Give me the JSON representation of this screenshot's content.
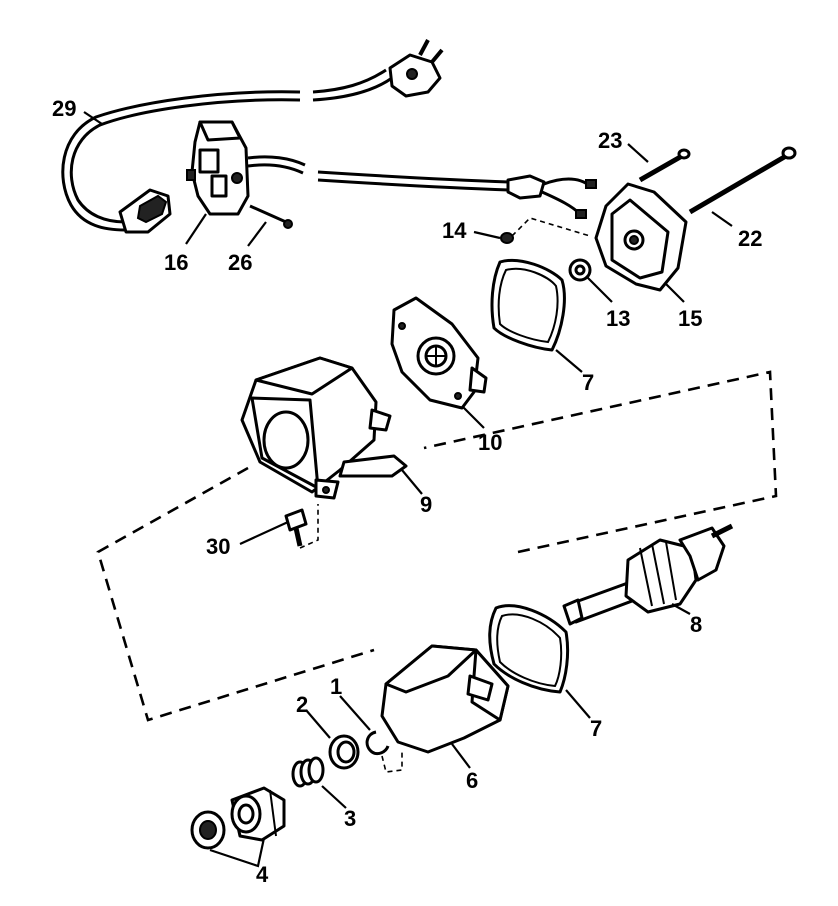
{
  "callouts": {
    "c1": "1",
    "c2": "2",
    "c3": "3",
    "c4": "4",
    "c6": "6",
    "c7a": "7",
    "c7b": "7",
    "c8": "8",
    "c9": "9",
    "c10": "10",
    "c13": "13",
    "c14": "14",
    "c15": "15",
    "c16": "16",
    "c22": "22",
    "c23": "23",
    "c26": "26",
    "c29": "29",
    "c30": "30"
  }
}
